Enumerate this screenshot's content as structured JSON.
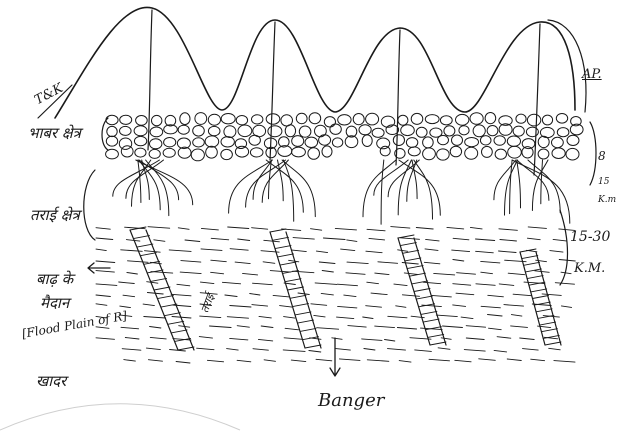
{
  "diagram": {
    "labels": {
      "bhabar": "भाबर क्षेत्र",
      "tarai": "तराई क्षेत्र",
      "flood_plain_hi_1": "बाढ़ के",
      "flood_plain_hi_2": "मैदान",
      "flood_plain_en": "[Flood Plain of R]",
      "khadar": "खादर",
      "bhangar": "Banger",
      "tarai_mid": "तराई",
      "tk": "T&K",
      "ap": "AP.",
      "dist_8": "8",
      "dist_15": "15",
      "dist_km_small": "K.m",
      "dist_15_30": "15-30",
      "dist_km": "K.M."
    },
    "ink_color": "#1a1a1a"
  }
}
